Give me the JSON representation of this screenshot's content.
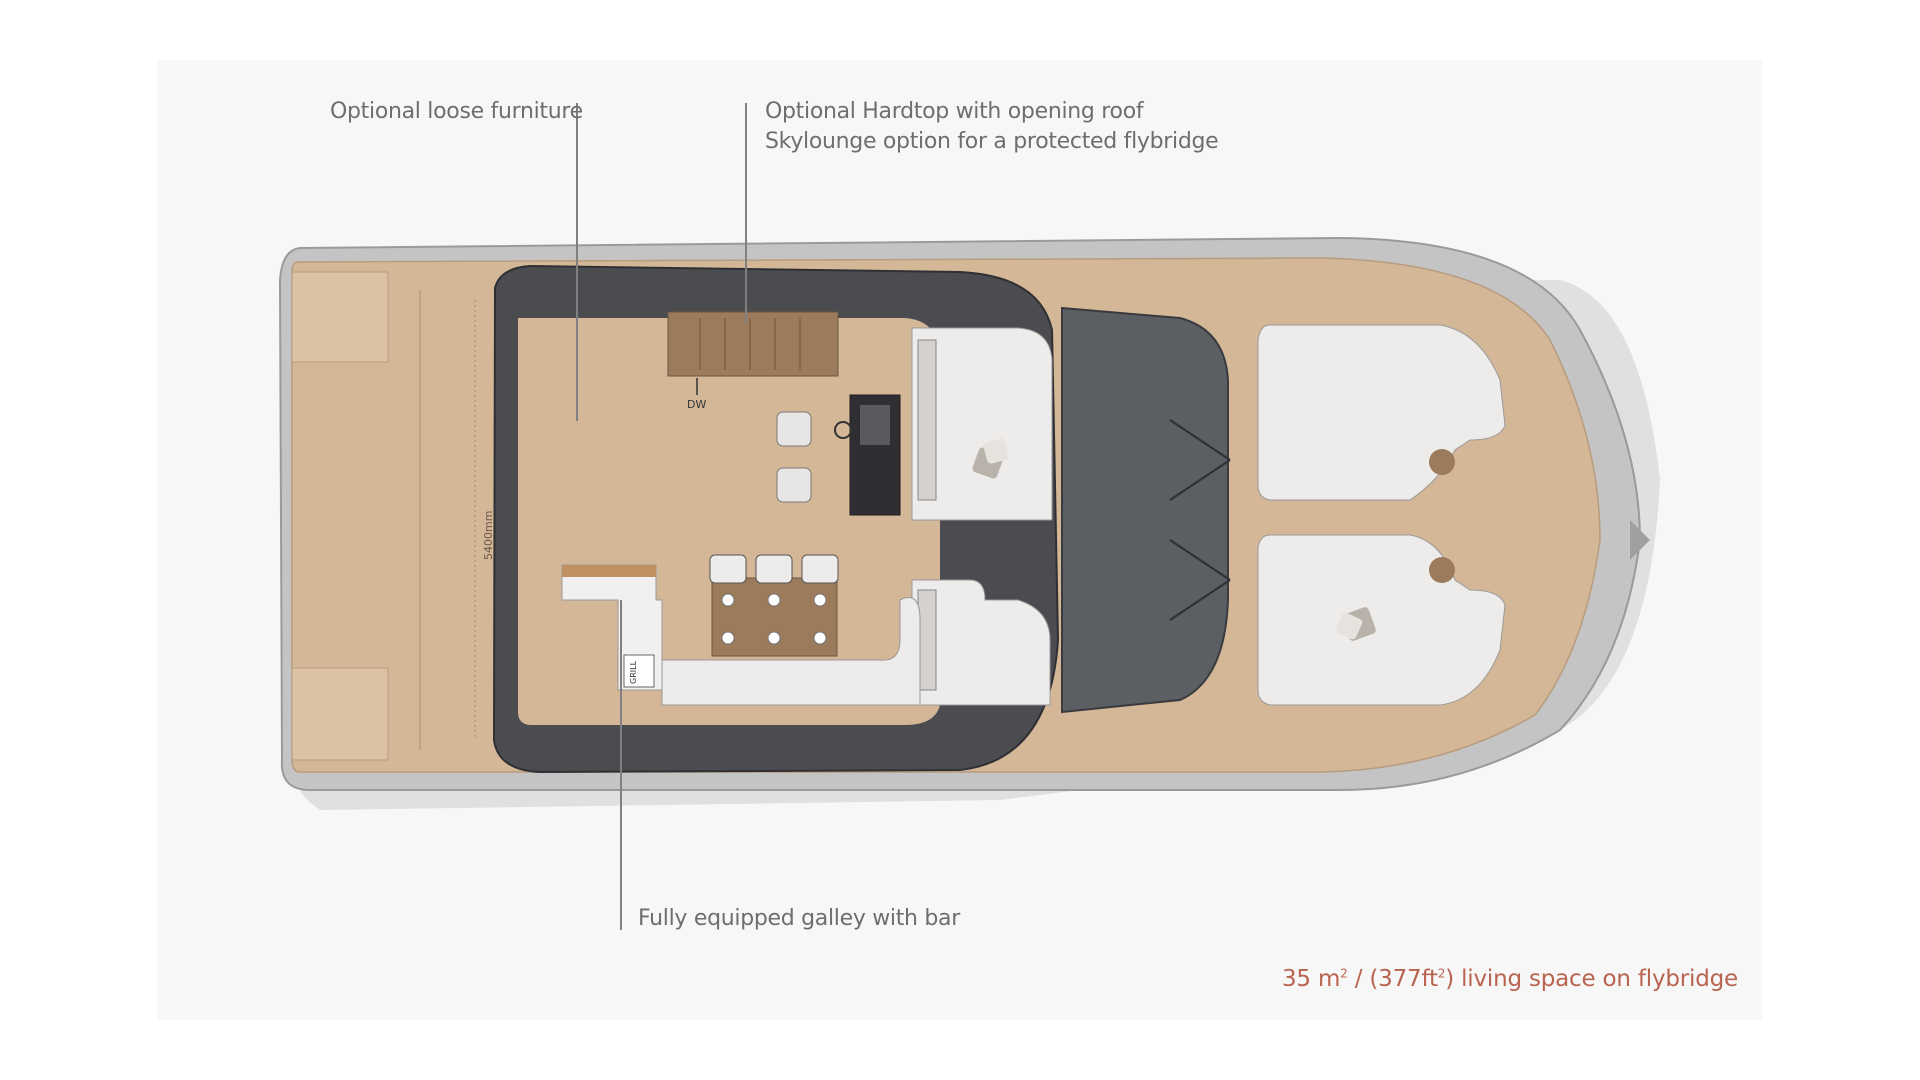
{
  "callouts": {
    "loose_furniture": "Optional loose furniture",
    "hardtop_line1": "Optional Hardtop with opening roof",
    "hardtop_line2": "Skylounge option for a protected flybridge",
    "galley": "Fully equipped galley with bar"
  },
  "caption": {
    "area_m": "35 m",
    "sup1": "2",
    "mid": " / (377ft",
    "sup2": "2",
    "tail": ") living space on flybridge"
  },
  "plan_labels": {
    "dishwasher": "DW",
    "grill": "GRILL",
    "width_dim": "5400mm"
  },
  "colors": {
    "teak": "#d4b797",
    "hull": "#bfbfbf",
    "hardtop": "#4a4c50",
    "cushion": "#eeeceb",
    "caption": "#b86450"
  }
}
